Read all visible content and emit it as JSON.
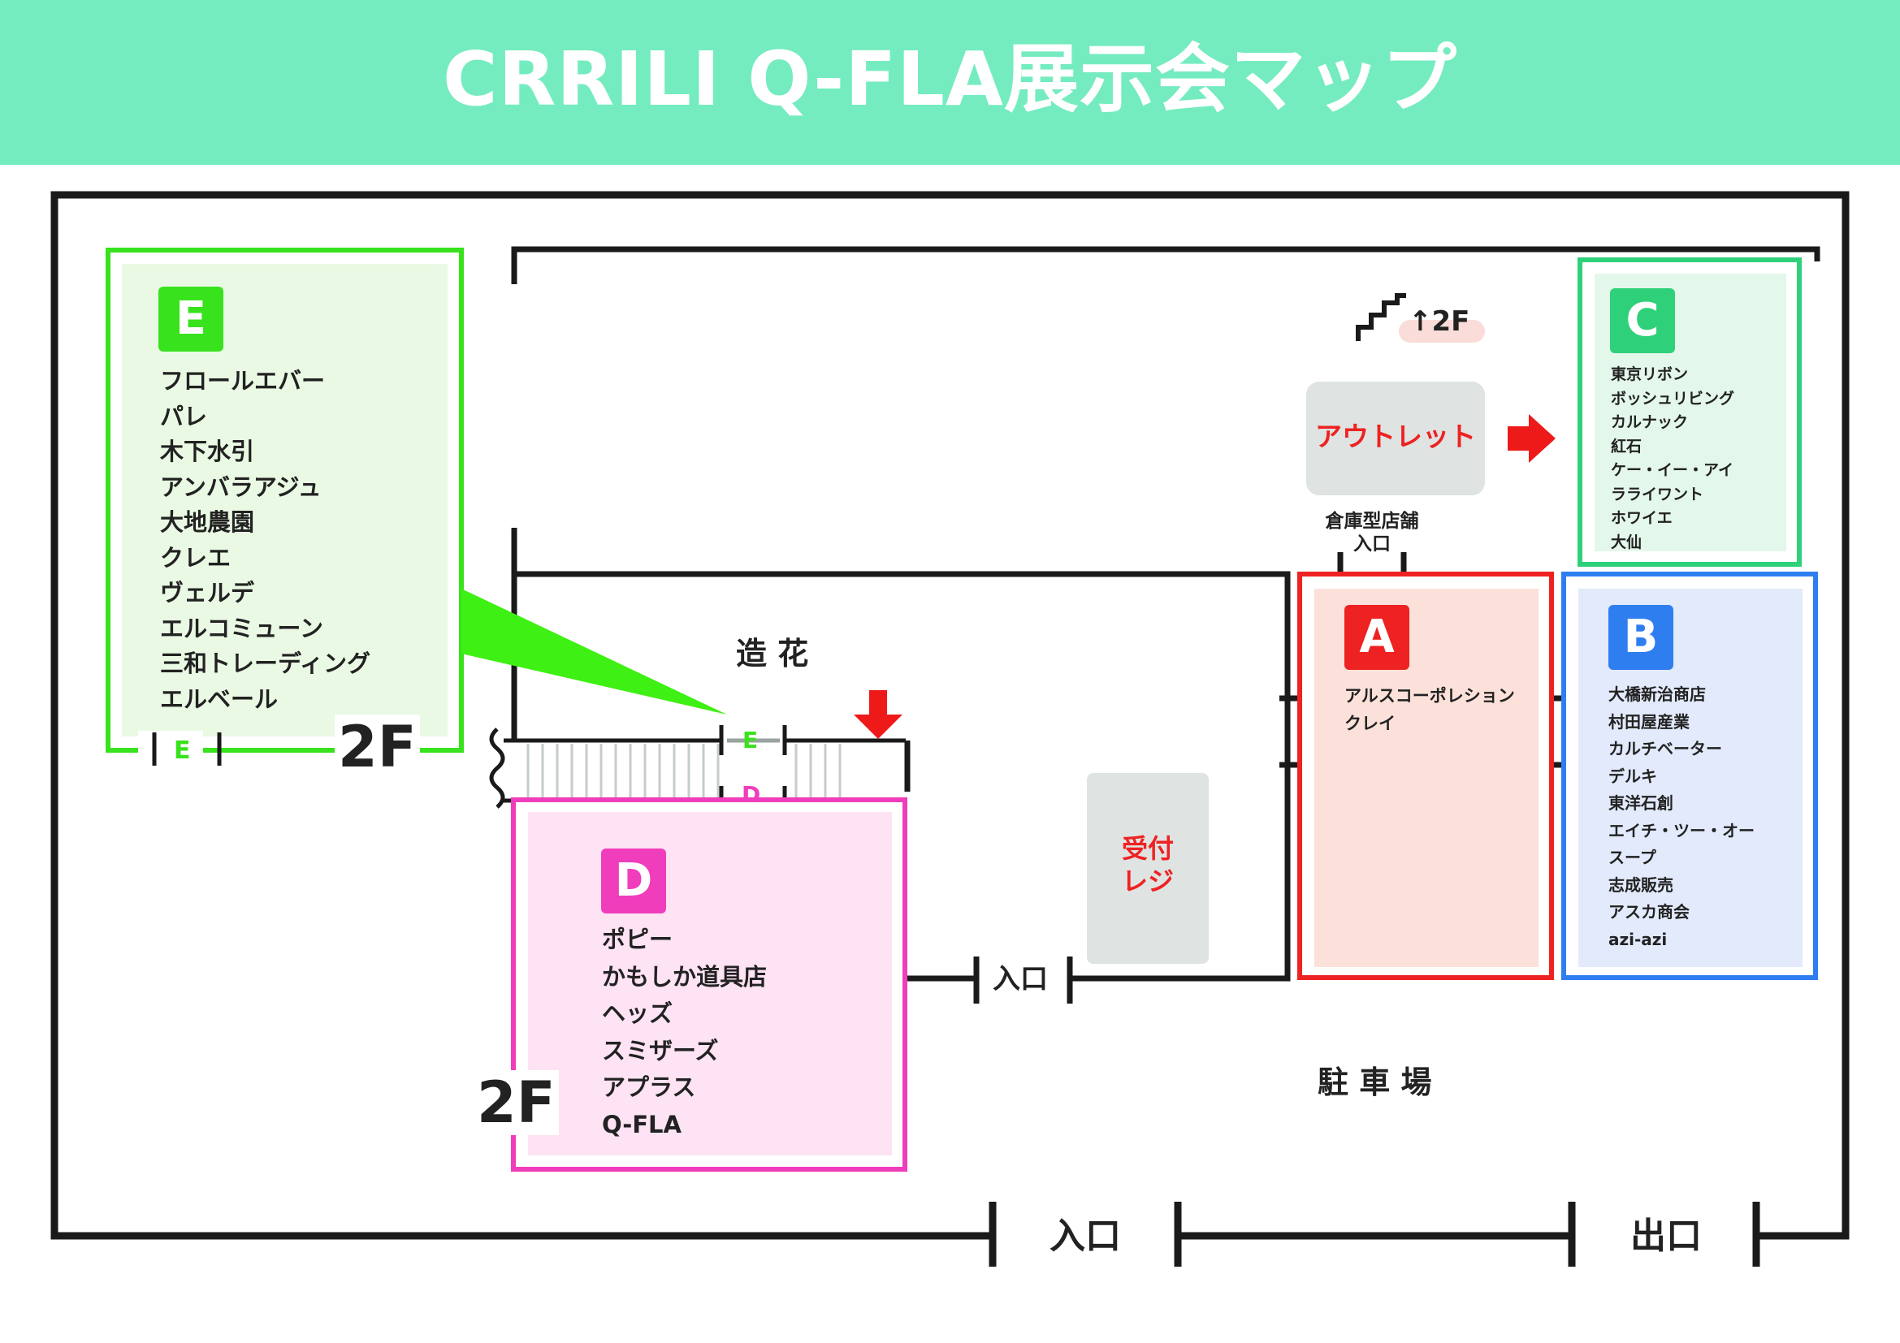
{
  "header": {
    "title": "CRRILI Q-FLA展示会マップ",
    "bg_color": "#74ecbf"
  },
  "zones": {
    "A": {
      "letter": "A",
      "color": "#ee2222",
      "fill": "#fbe1da",
      "exhibitors": [
        "アルスコーポレション",
        "クレイ"
      ]
    },
    "B": {
      "letter": "B",
      "color": "#2f7ef0",
      "fill": "#e2eafb",
      "exhibitors": [
        "大橋新治商店",
        "村田屋産業",
        "カルチベーター",
        "デルキ",
        "東洋石創",
        "エイチ・ツー・オー",
        "スープ",
        "志成販売",
        "アスカ商会",
        "azi-azi"
      ]
    },
    "C": {
      "letter": "C",
      "color": "#2ed17a",
      "fill": "#e3f7ea",
      "exhibitors": [
        "東京リボン",
        "ボッシュリビング",
        "カルナック",
        "紅石",
        "ケー・イー・アイ",
        "ラライワント",
        "ホワイエ",
        "大仙"
      ]
    },
    "D": {
      "letter": "D",
      "color": "#f03dbc",
      "fill": "#fde3f3",
      "floor": "2F",
      "exhibitors": [
        "ポピー",
        "かもしか道具店",
        "ヘッズ",
        "スミザーズ",
        "アプラス",
        "Q-FLA"
      ]
    },
    "E": {
      "letter": "E",
      "color": "#38e21c",
      "fill": "#eaf9e4",
      "floor": "2F",
      "exhibitors": [
        "フロールエバー",
        "パレ",
        "木下水引",
        "アンバラアジュ",
        "大地農園",
        "クレエ",
        "ヴェルデ",
        "エルコミューン",
        "三和トレーディング",
        "エルベール"
      ]
    }
  },
  "labels": {
    "zoukabana": "造 花",
    "outlet": "アウトレット",
    "warehouse_line1": "倉庫型店舗",
    "warehouse_line2": "入口",
    "stairs_2f": "↑2F",
    "reception_line1": "受付",
    "reception_line2": "レジ",
    "inner_entrance": "入口",
    "parking": "駐 車 場",
    "entrance": "入口",
    "exit": "出口",
    "door_e": "E",
    "door_d": "D",
    "e_door_label": "E"
  },
  "icons": {
    "stairs": "stairs-icon",
    "arrow_right": "arrow-right-icon",
    "arrow_down": "arrow-down-icon"
  }
}
